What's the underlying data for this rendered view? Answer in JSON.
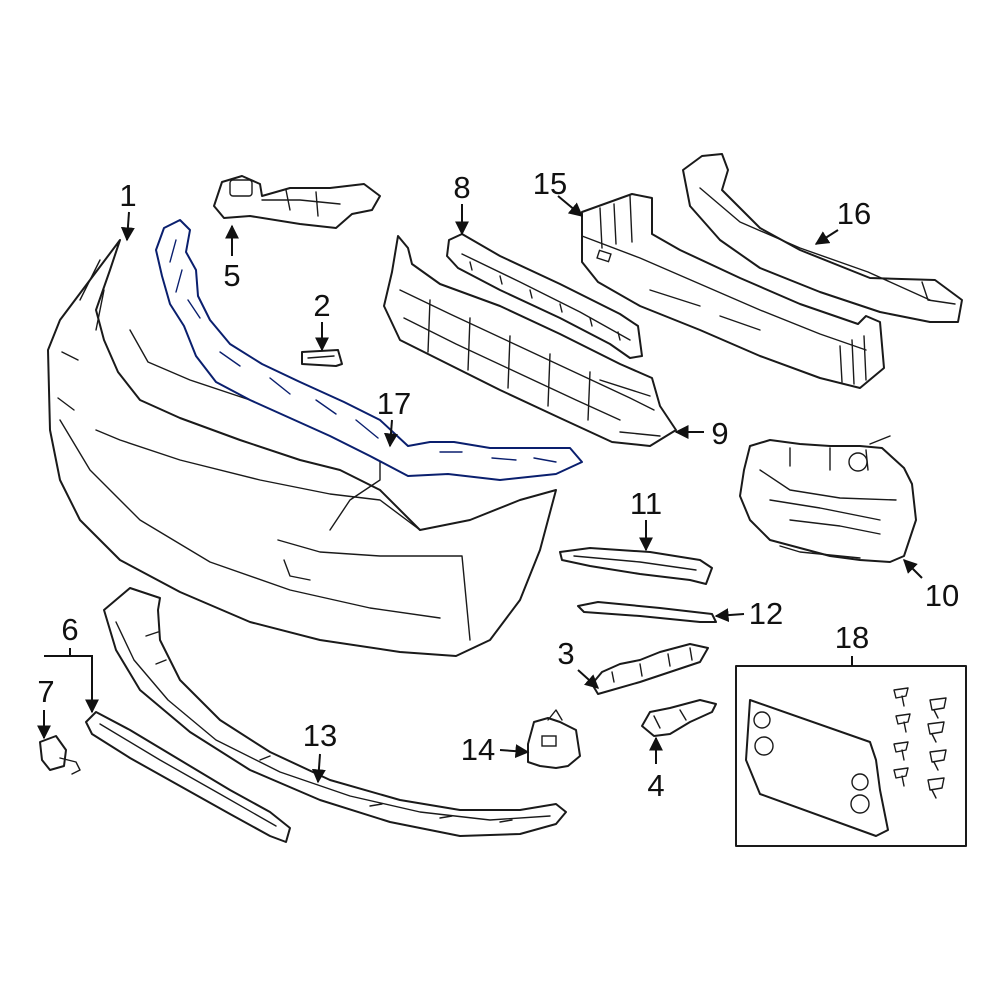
{
  "highlight_color": "#2747c9",
  "callouts": [
    {
      "id": "1",
      "label": "1"
    },
    {
      "id": "2",
      "label": "2"
    },
    {
      "id": "3",
      "label": "3"
    },
    {
      "id": "4",
      "label": "4"
    },
    {
      "id": "5",
      "label": "5"
    },
    {
      "id": "6",
      "label": "6"
    },
    {
      "id": "7",
      "label": "7"
    },
    {
      "id": "8",
      "label": "8"
    },
    {
      "id": "9",
      "label": "9"
    },
    {
      "id": "10",
      "label": "10"
    },
    {
      "id": "11",
      "label": "11"
    },
    {
      "id": "12",
      "label": "12"
    },
    {
      "id": "13",
      "label": "13"
    },
    {
      "id": "14",
      "label": "14"
    },
    {
      "id": "15",
      "label": "15"
    },
    {
      "id": "16",
      "label": "16"
    },
    {
      "id": "17",
      "label": "17"
    },
    {
      "id": "18",
      "label": "18"
    }
  ]
}
